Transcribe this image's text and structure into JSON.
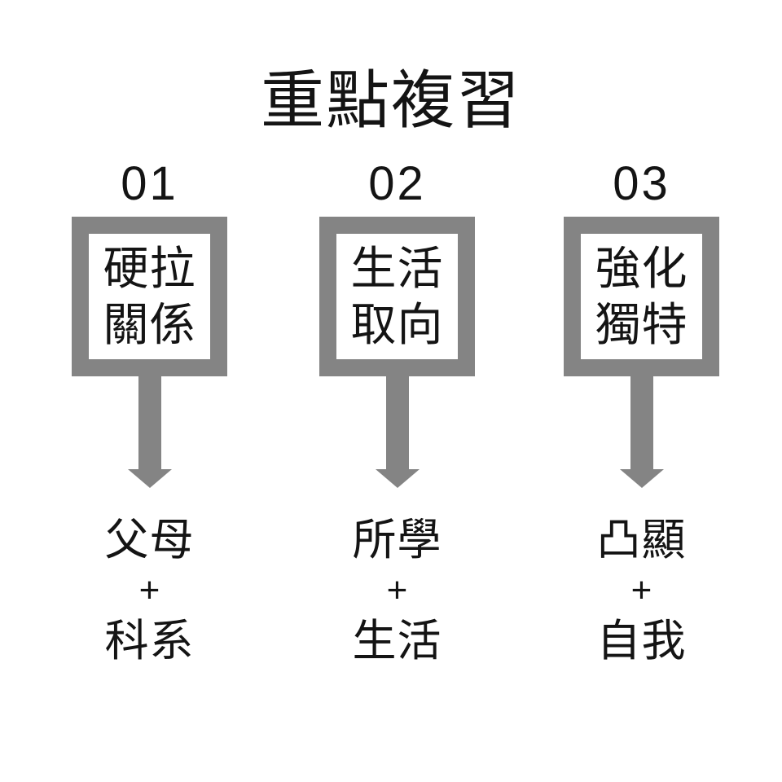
{
  "title": "重點複習",
  "colors": {
    "gray": "#848484",
    "text": "#141414",
    "background": "#ffffff"
  },
  "columns": [
    {
      "number": "01",
      "box": {
        "line1": "硬拉",
        "line2": "關係"
      },
      "result": {
        "line1": "父母",
        "operator": "+",
        "line2": "科系"
      }
    },
    {
      "number": "02",
      "box": {
        "line1": "生活",
        "line2": "取向"
      },
      "result": {
        "line1": "所學",
        "operator": "+",
        "line2": "生活"
      }
    },
    {
      "number": "03",
      "box": {
        "line1": "強化",
        "line2": "獨特"
      },
      "result": {
        "line1": "凸顯",
        "operator": "+",
        "line2": "自我"
      }
    }
  ]
}
